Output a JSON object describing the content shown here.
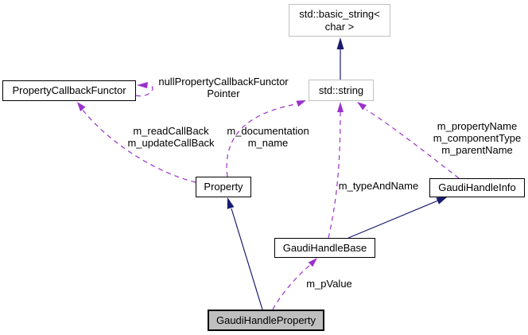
{
  "colors": {
    "background": "#ffffff",
    "inheritance_edge": "#191970",
    "usage_edge": "#9a32cd",
    "node_border": "#000000",
    "external_node_border": "#c0c0c0",
    "current_node_fill": "#bfbfbf"
  },
  "nodes": {
    "std_basic_string": {
      "line1": "std::basic_string<",
      "line2": "char >"
    },
    "std_string": {
      "label": "std::string"
    },
    "property_callback_functor": {
      "label": "PropertyCallbackFunctor"
    },
    "property": {
      "label": "Property"
    },
    "gaudi_handle_info": {
      "label": "GaudiHandleInfo"
    },
    "gaudi_handle_base": {
      "label": "GaudiHandleBase"
    },
    "gaudi_handle_property": {
      "label": "GaudiHandleProperty"
    }
  },
  "edge_labels": {
    "null_property_callback_functor_pointer": {
      "line1": "nullPropertyCallbackFunctor",
      "line2": "Pointer"
    },
    "read_update_callbacks": {
      "line1": "m_readCallBack",
      "line2": "m_updateCallBack"
    },
    "documentation_name": {
      "line1": "m_documentation",
      "line2": "m_name"
    },
    "type_and_name": {
      "label": "m_typeAndName"
    },
    "handle_info_members": {
      "line1": "m_propertyName",
      "line2": "m_componentType",
      "line3": "m_parentName"
    },
    "p_value": {
      "label": "m_pValue"
    }
  }
}
